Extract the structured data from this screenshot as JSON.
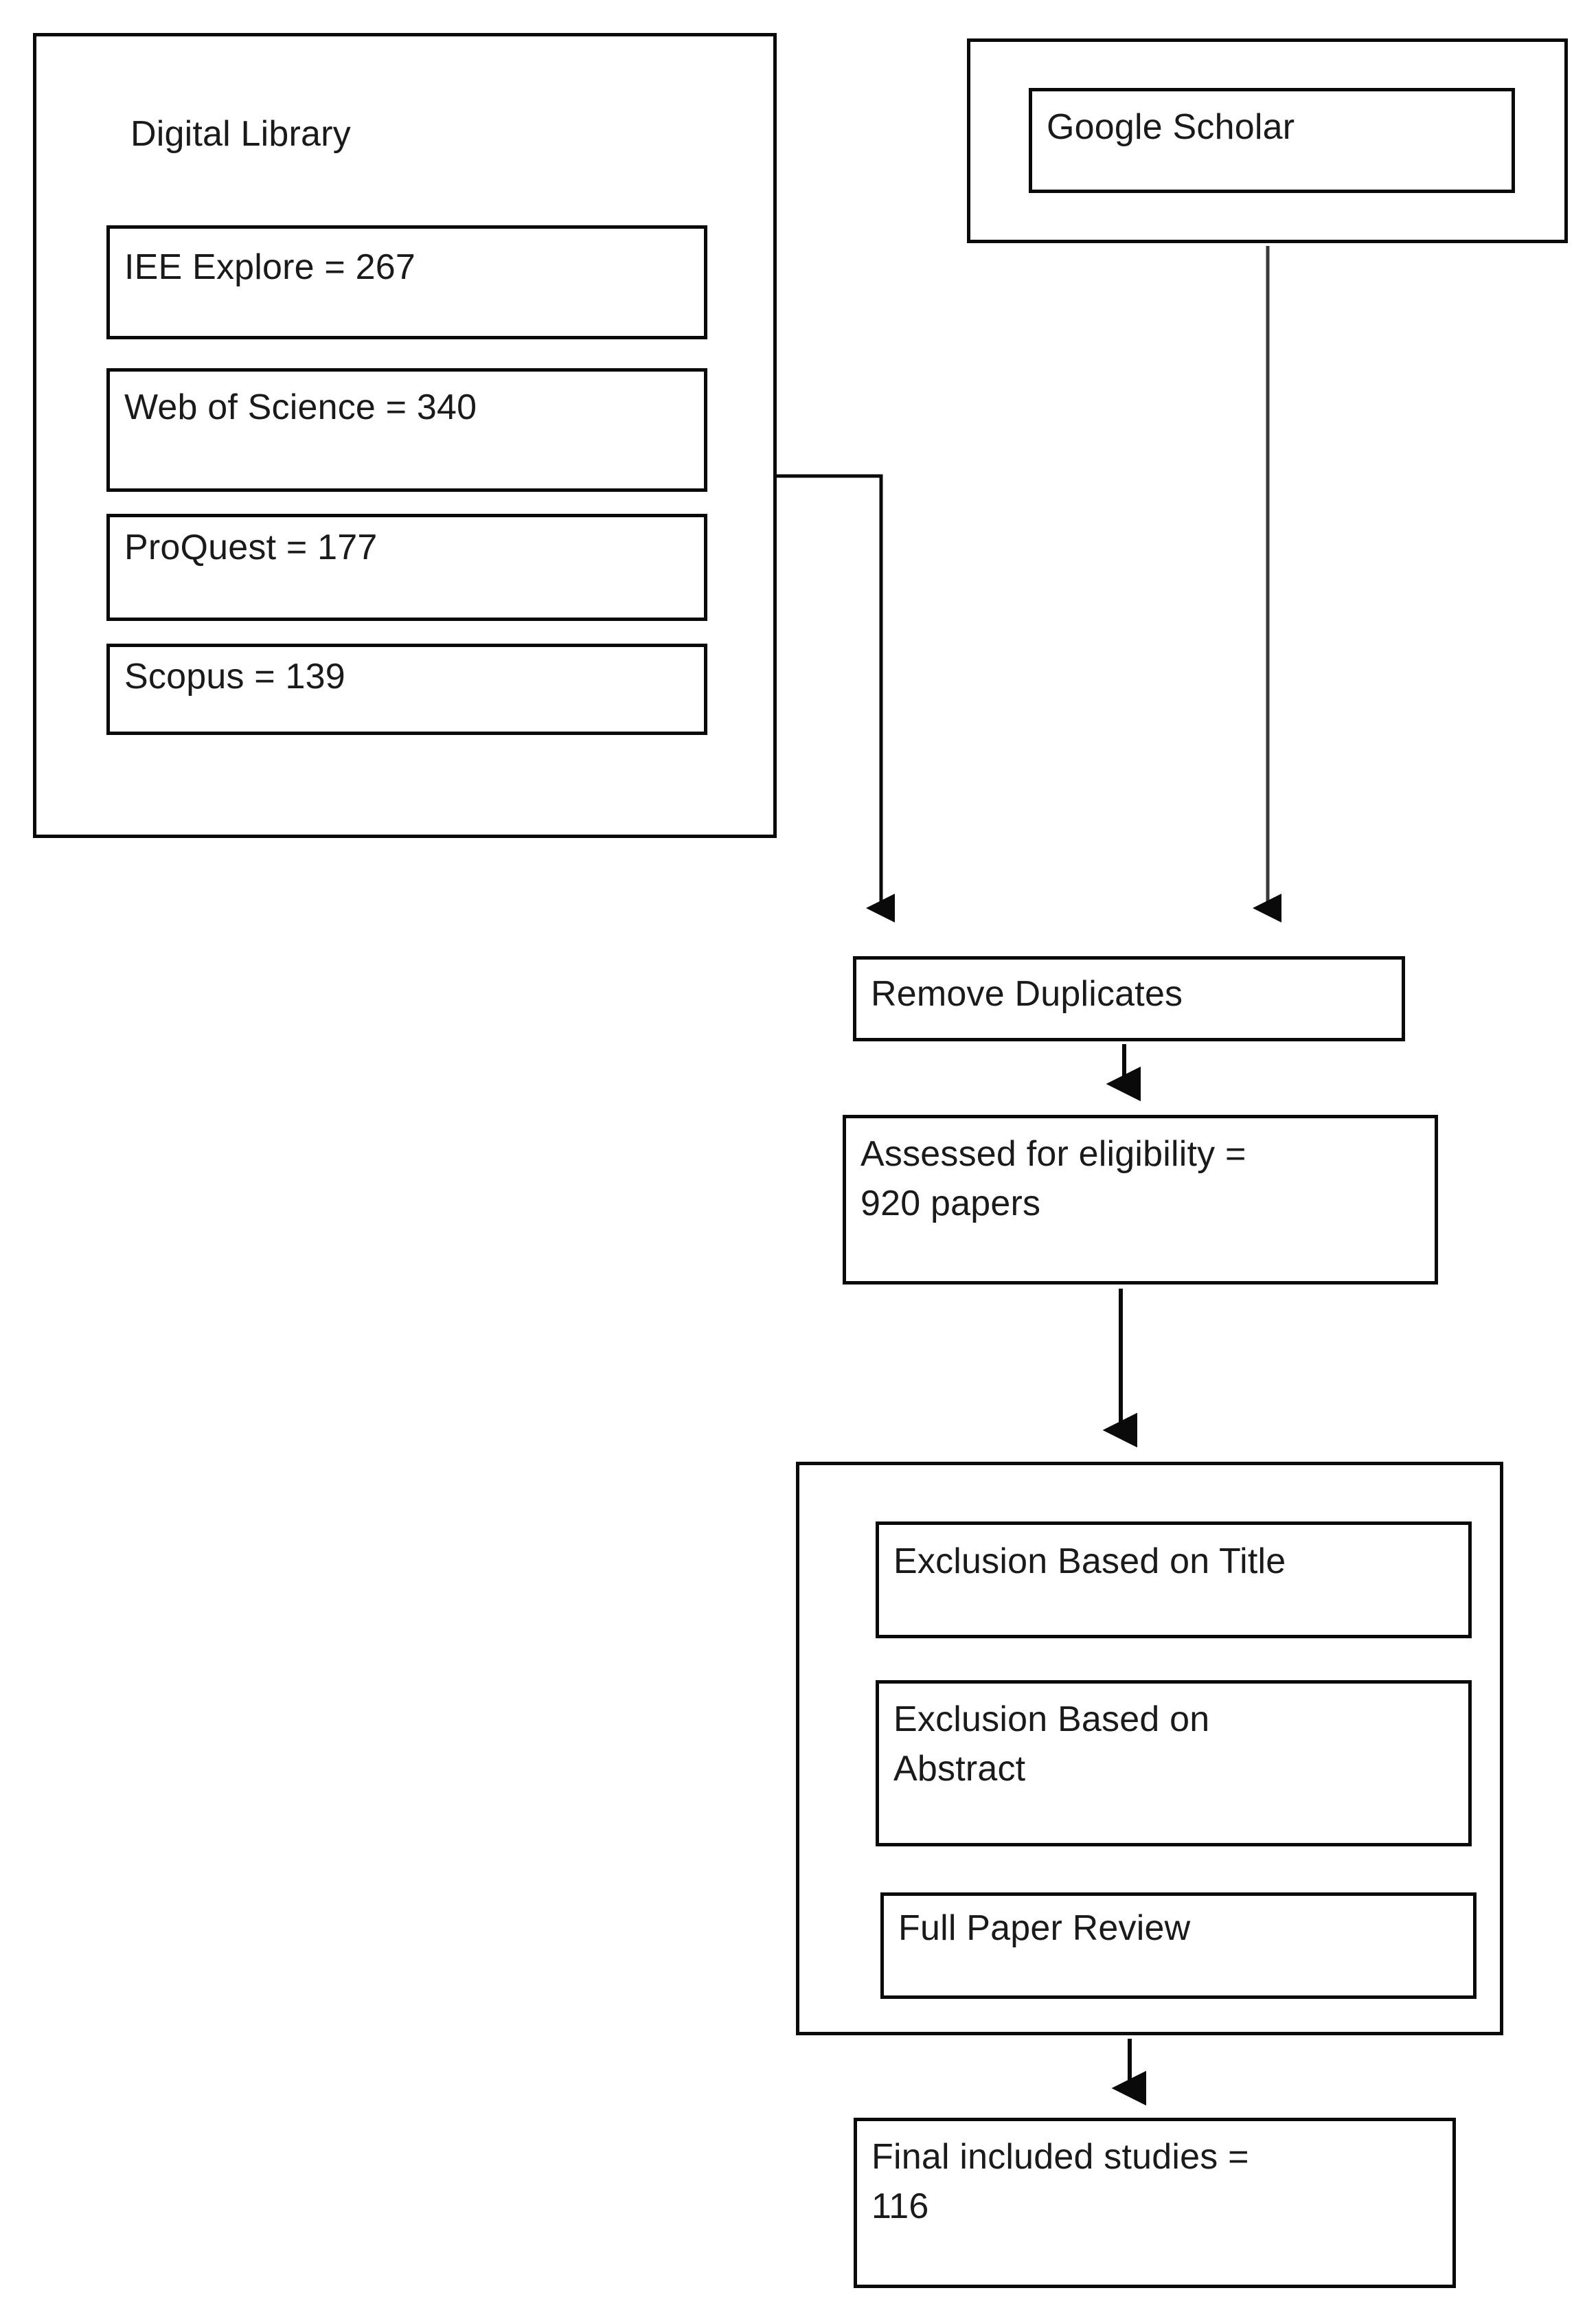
{
  "figure": {
    "type": "flowchart",
    "description": "PRISMA-style literature selection flow diagram",
    "stroke_color": "#0a0a0a",
    "text_color": "#1a1a1a",
    "background_color": "#ffffff"
  },
  "nodes": {
    "digital_library_group": {
      "label": "Digital Library",
      "items": [
        {
          "label": "IEE Explore = 267",
          "source": "IEE Explore",
          "count": 267
        },
        {
          "label": "Web of Science = 340",
          "source": "Web of Science",
          "count": 340
        },
        {
          "label": "ProQuest = 177",
          "source": "ProQuest",
          "count": 177
        },
        {
          "label": "Scopus = 139",
          "source": "Scopus",
          "count": 139
        }
      ]
    },
    "google_scholar_group": {
      "item": {
        "label": "Google Scholar"
      }
    },
    "remove_duplicates": {
      "label": "Remove Duplicates"
    },
    "assessed_for_eligibility": {
      "label": "Assessed for eligibility =\n920 papers",
      "count": 920
    },
    "screening_group": {
      "items": [
        {
          "label": "Exclusion Based on Title"
        },
        {
          "label": "Exclusion Based on\nAbstract"
        },
        {
          "label": "Full Paper Review"
        }
      ]
    },
    "final_included_studies": {
      "label": "Final included studies =\n116",
      "count": 116
    }
  },
  "edges": [
    {
      "from": "digital_library_group",
      "to": "remove_duplicates",
      "style": "elbow-arrow"
    },
    {
      "from": "google_scholar_group",
      "to": "remove_duplicates",
      "style": "straight-arrow"
    },
    {
      "from": "remove_duplicates",
      "to": "assessed_for_eligibility",
      "style": "straight-arrow"
    },
    {
      "from": "assessed_for_eligibility",
      "to": "screening_group",
      "style": "straight-arrow"
    },
    {
      "from": "screening_group",
      "to": "final_included_studies",
      "style": "straight-arrow"
    }
  ]
}
